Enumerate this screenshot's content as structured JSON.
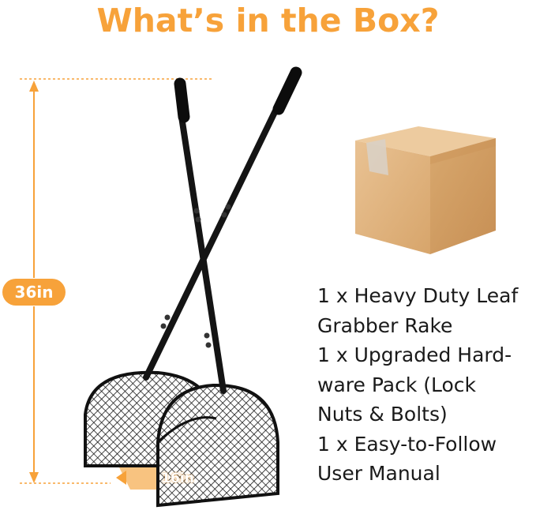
{
  "title": "What’s in the Box?",
  "dimensions": {
    "height_label": "36in",
    "width_label": "16in"
  },
  "contents_lines": [
    "1 x Heavy Duty Leaf",
    "Grabber Rake",
    "1 x Upgraded Hard-",
    "ware Pack (Lock",
    "Nuts & Bolts)",
    "1 x Easy-to-Follow",
    "User Manual"
  ],
  "colors": {
    "accent": "#f7a23a",
    "text": "#1a1a1a",
    "box": "#e2b57e",
    "rake": "#141414"
  },
  "icons": [
    "cardboard-box-icon",
    "leaf-grabber-rake-image",
    "height-arrow-icon",
    "width-arrow-icon"
  ]
}
